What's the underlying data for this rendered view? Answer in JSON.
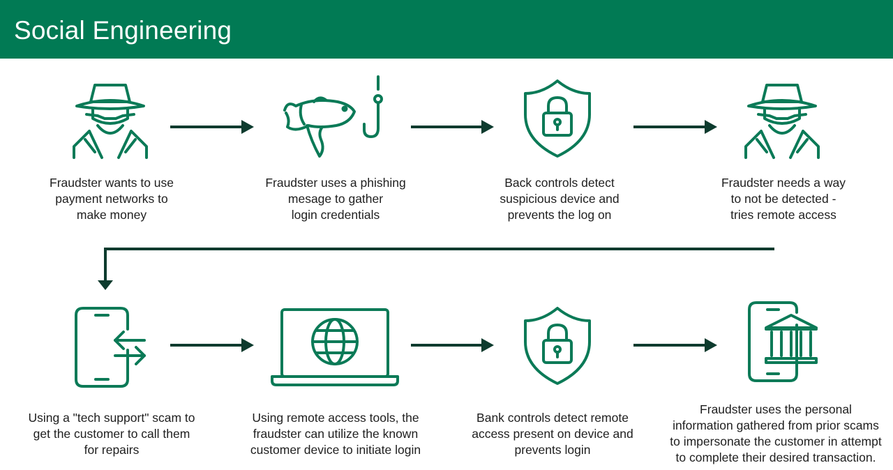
{
  "header": {
    "title": "Social Engineering",
    "color": "#017a54"
  },
  "colors": {
    "icon_stroke": "#0b7a57",
    "arrow": "#0d3b2e",
    "header_text": "#ffffff"
  },
  "steps_row1": [
    {
      "icon": "spy-icon",
      "lines": [
        "Fraudster wants to use",
        "payment networks to",
        "make money"
      ]
    },
    {
      "icon": "fish-hook-icon",
      "lines": [
        "Fraudster uses a phishing",
        "mesage to gather",
        "login credentials"
      ]
    },
    {
      "icon": "shield-lock-icon",
      "lines": [
        "Back controls detect",
        "suspicious device and",
        "prevents the log on"
      ]
    },
    {
      "icon": "spy-icon",
      "lines": [
        "Fraudster needs a way",
        "to not be detected -",
        "tries remote access"
      ]
    }
  ],
  "steps_row2": [
    {
      "icon": "phone-transfer-icon",
      "lines": [
        "Using a \"tech support\" scam to",
        "get the customer to call them",
        "for repairs"
      ]
    },
    {
      "icon": "laptop-globe-icon",
      "lines": [
        "Using remote access tools, the",
        "fraudster can utilize the known",
        "customer device to initiate login"
      ]
    },
    {
      "icon": "shield-lock-icon",
      "lines": [
        "Bank controls detect remote",
        "access present on device and",
        "prevents login"
      ]
    },
    {
      "icon": "phone-bank-icon",
      "lines": [
        "Fraudster uses the personal",
        "information gathered from prior scams",
        "to impersonate the customer in attempt",
        "to complete their desired transaction."
      ]
    }
  ]
}
